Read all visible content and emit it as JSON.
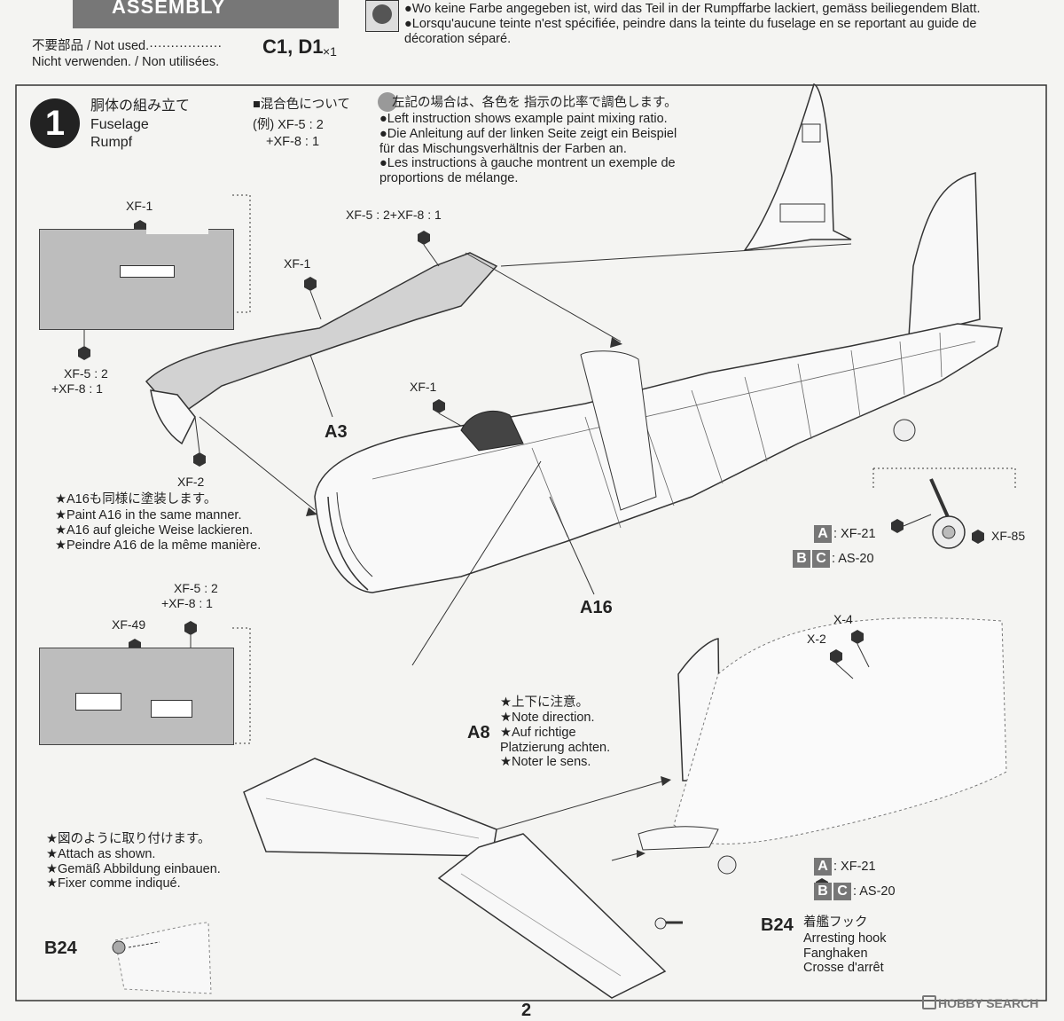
{
  "header": {
    "section_title": "ASSEMBLY"
  },
  "top_notes": {
    "line1": "●Wo keine Farbe angegeben ist, wird das Teil in der Rumpffarbe lackiert, gemäss beiliegendem Blatt.",
    "line2": "●Lorsqu'aucune teinte n'est spécifiée, peindre dans la teinte du fuselage en se reportant au guide de",
    "line3": "décoration séparé."
  },
  "not_used": {
    "line1": "不要部品 / Not used.·················",
    "parts": "C1, D1",
    "qty": "×1",
    "line2": "Nicht verwenden. / Non utilisées."
  },
  "step": {
    "number": "1",
    "title_jp": "胴体の組み立て",
    "title_en": "Fuselage",
    "title_de": "Rumpf"
  },
  "mixing": {
    "heading": "■混合色について",
    "example1": "(例) XF-5 : 2",
    "example2": "+XF-8 : 1",
    "lines": [
      "左記の場合は、各色を 指示の比率で調色します。",
      "●Left instruction shows example paint mixing ratio.",
      "●Die Anleitung auf der linken Seite zeigt ein Beispiel",
      "für das Mischungsverhältnis der Farben an.",
      "●Les instructions à gauche montrent un exemple de",
      "proportions de mélange."
    ]
  },
  "paints": {
    "xf1_a": "XF-1",
    "xf1_b": "XF-1",
    "xf1_c": "XF-1",
    "mix_top": "XF-5 : 2+XF-8 : 1",
    "mix_left1": "XF-5 : 2",
    "mix_left2": "+XF-8 : 1",
    "xf2": "XF-2",
    "mix_low1": "XF-5 : 2",
    "mix_low2": "+XF-8 : 1",
    "xf49": "XF-49",
    "x2": "X-2",
    "x4": "X-4",
    "xf85": "XF-85"
  },
  "parts": {
    "a3": "A3",
    "a16": "A16",
    "a8": "A8",
    "b24_left": "B24",
    "b24_hook": "B24"
  },
  "a16_note": [
    "★A16も同様に塗装します。",
    "★Paint A16 in the same manner.",
    "★A16 auf gleiche Weise lackieren.",
    "★Peindre A16 de la même manière."
  ],
  "gear_paint": {
    "a_letter": "A",
    "a_color": ": XF-21",
    "b_letter": "B",
    "c_letter": "C",
    "bc_color": ": AS-20"
  },
  "hook_paint": {
    "a_letter": "A",
    "a_color": ": XF-21",
    "b_letter": "B",
    "c_letter": "C",
    "bc_color": ": AS-20"
  },
  "direction_note": [
    "★上下に注意。",
    "★Note direction.",
    "★Auf richtige",
    "Platzierung achten.",
    "★Noter le sens."
  ],
  "attach_note": [
    "★図のように取り付けます。",
    "★Attach as shown.",
    "★Gemäß Abbildung einbauen.",
    "★Fixer comme indiqué."
  ],
  "hook_label": [
    "着艦フック",
    "Arresting hook",
    "Fanghaken",
    "Crosse d'arrêt"
  ],
  "page_number": "2",
  "watermark": "HOBBY SEARCH"
}
